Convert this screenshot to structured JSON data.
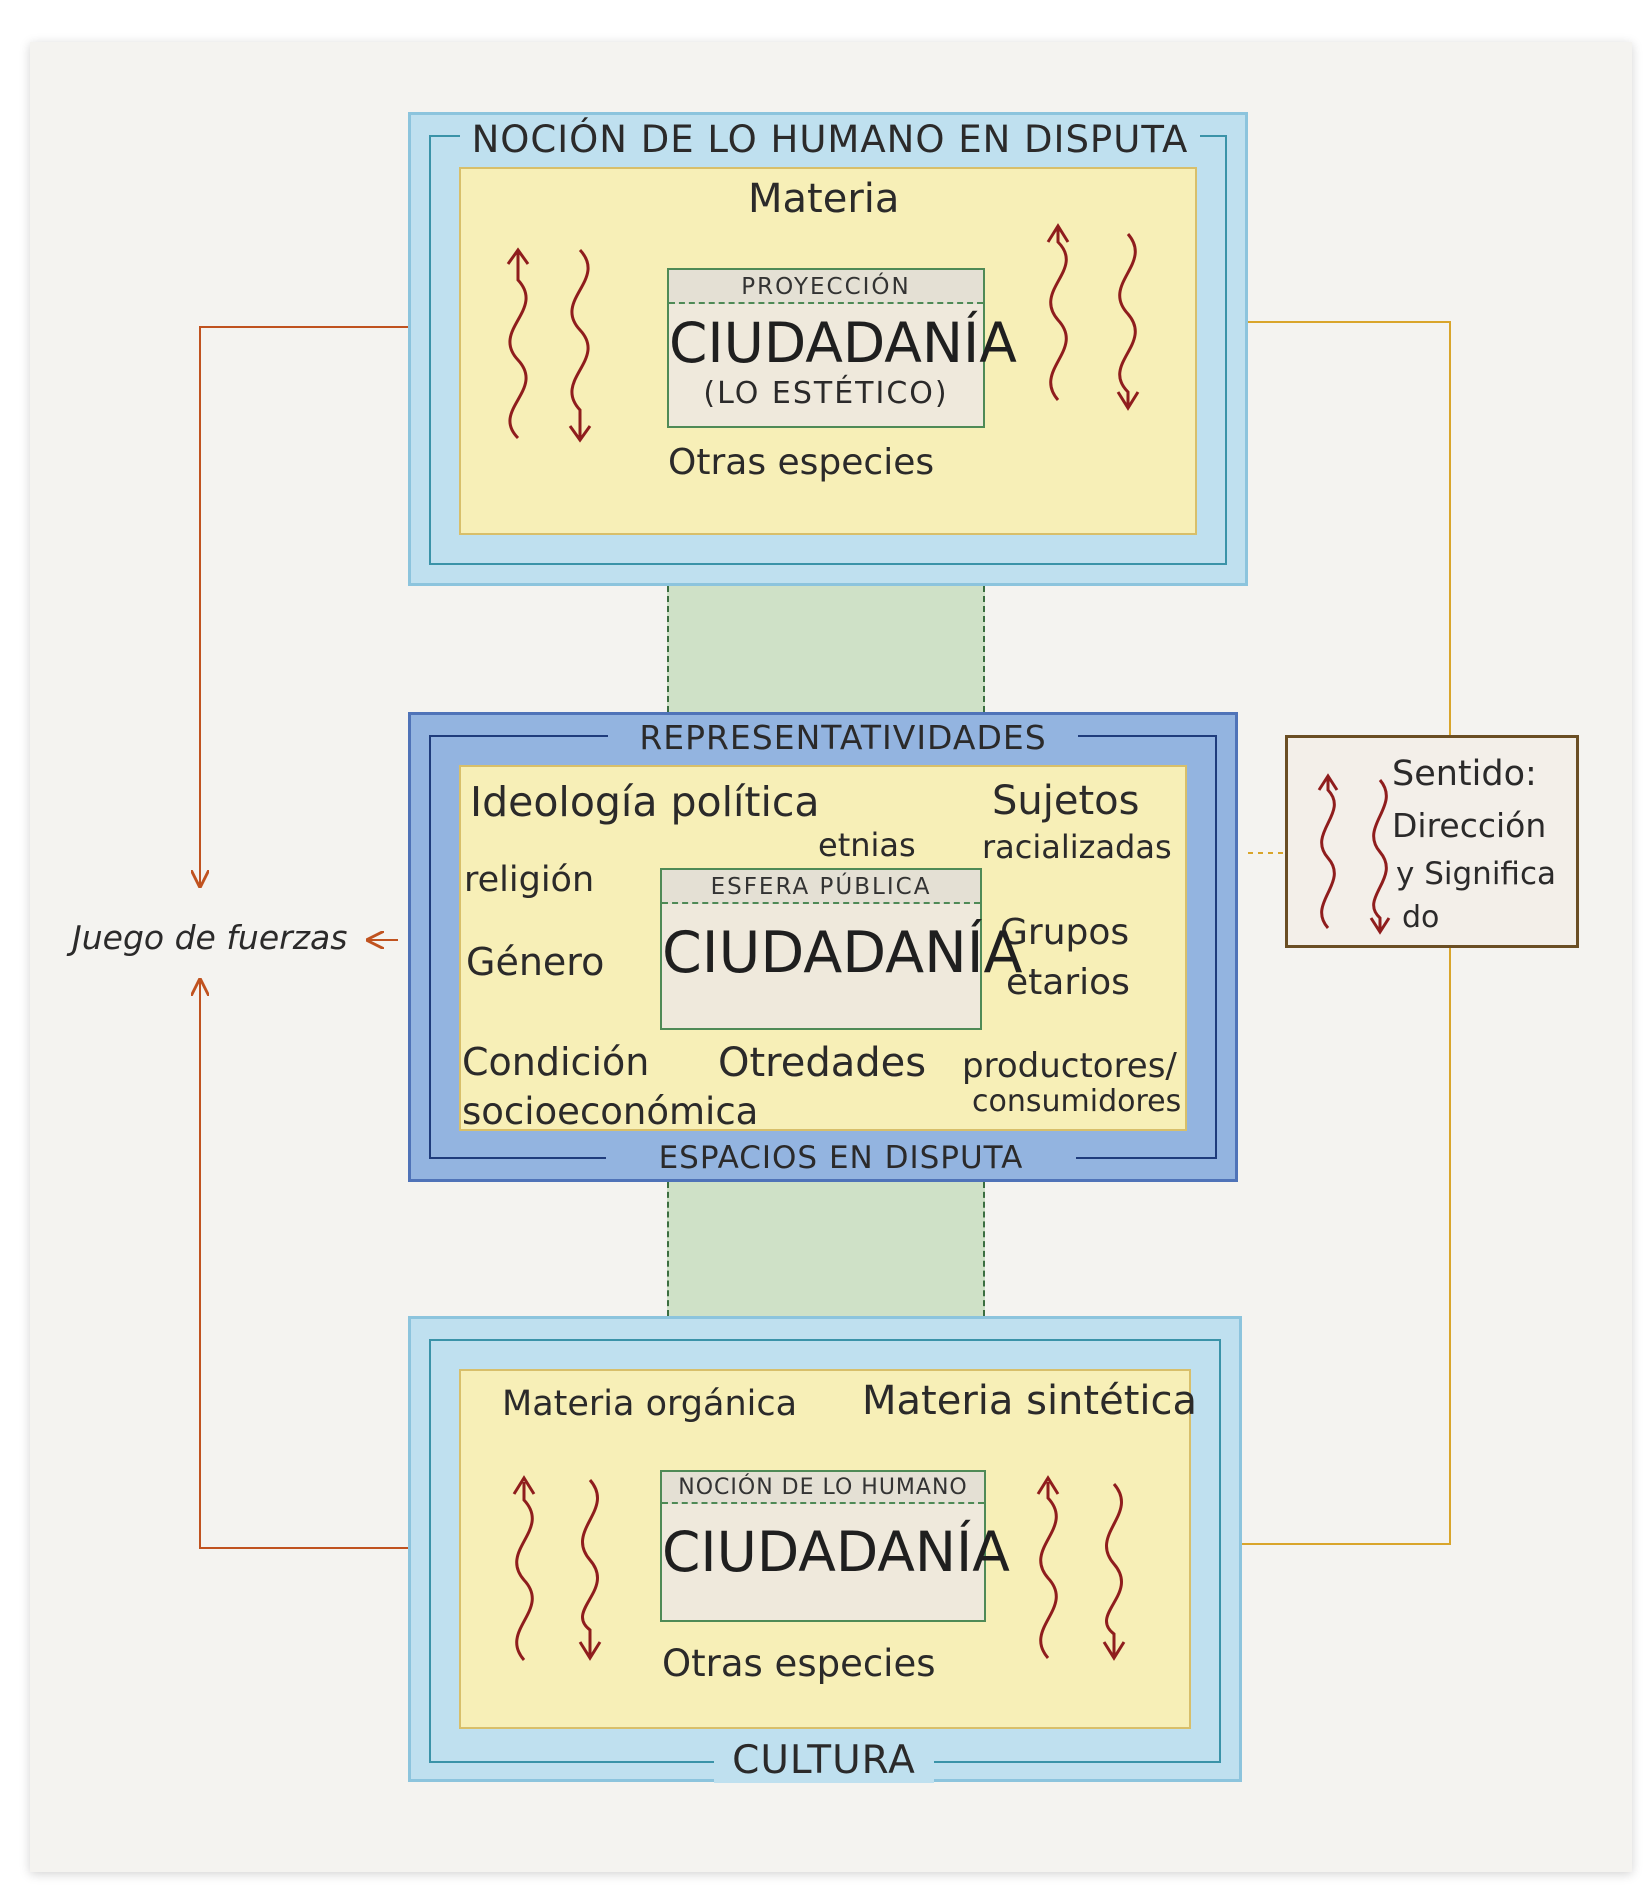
{
  "top_panel": {
    "title": "NOCIÓN DE LO HUMANO EN DISPUTA",
    "top_label": "Materia",
    "bottom_label": "Otras especies",
    "center": {
      "label": "PROYECCIÓN",
      "word": "CIUDADANÍA",
      "subtitle": "(LO ESTÉTICO)"
    }
  },
  "middle_panel": {
    "title": "REPRESENTATIVIDADES",
    "bottom_title": "ESPACIOS EN DISPUTA",
    "items": {
      "ideologia": "Ideología política",
      "etnias": "etnias",
      "sujetos_1": "Sujetos",
      "sujetos_2": "racializadas",
      "religion": "religión",
      "genero": "Género",
      "grupos_1": "Grupos",
      "grupos_2": "etarios",
      "condicion_1": "Condición",
      "condicion_2": "socioeconómica",
      "otredades": "Otredades",
      "productores_1": "productores/",
      "productores_2": "consumidores"
    },
    "center": {
      "label": "ESFERA PÚBLICA",
      "word": "CIUDADANÍA"
    }
  },
  "bottom_panel": {
    "title": "CULTURA",
    "organic": "Materia orgánica",
    "synthetic": "Materia sintética",
    "bottom_label": "Otras especies",
    "center": {
      "label": "NOCIÓN DE LO HUMANO",
      "word": "CIUDADANÍA"
    }
  },
  "left_label": "Juego de fuerzas",
  "sentido": {
    "line1": "Sentido:",
    "line2": "Dirección",
    "line3": "y Significa",
    "line4": "do"
  },
  "colors": {
    "arrow_red": "#8f1d1d",
    "connector_orange": "#c0521f",
    "connector_yellow": "#d9a52b",
    "frame_light_blue": "#bfe0ef",
    "frame_blue": "#93b4e0",
    "inner_yellow": "#f7efb7",
    "connector_green": "#cfe1c7"
  }
}
